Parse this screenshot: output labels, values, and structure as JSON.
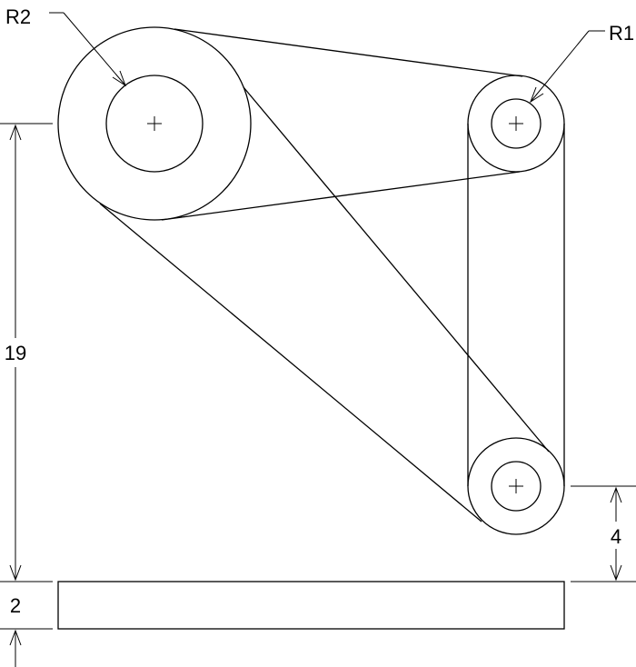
{
  "drawing": {
    "labels": {
      "r2": "R2",
      "r1": "R1",
      "dim_19": "19",
      "dim_4": "4",
      "dim_2": "2"
    }
  }
}
